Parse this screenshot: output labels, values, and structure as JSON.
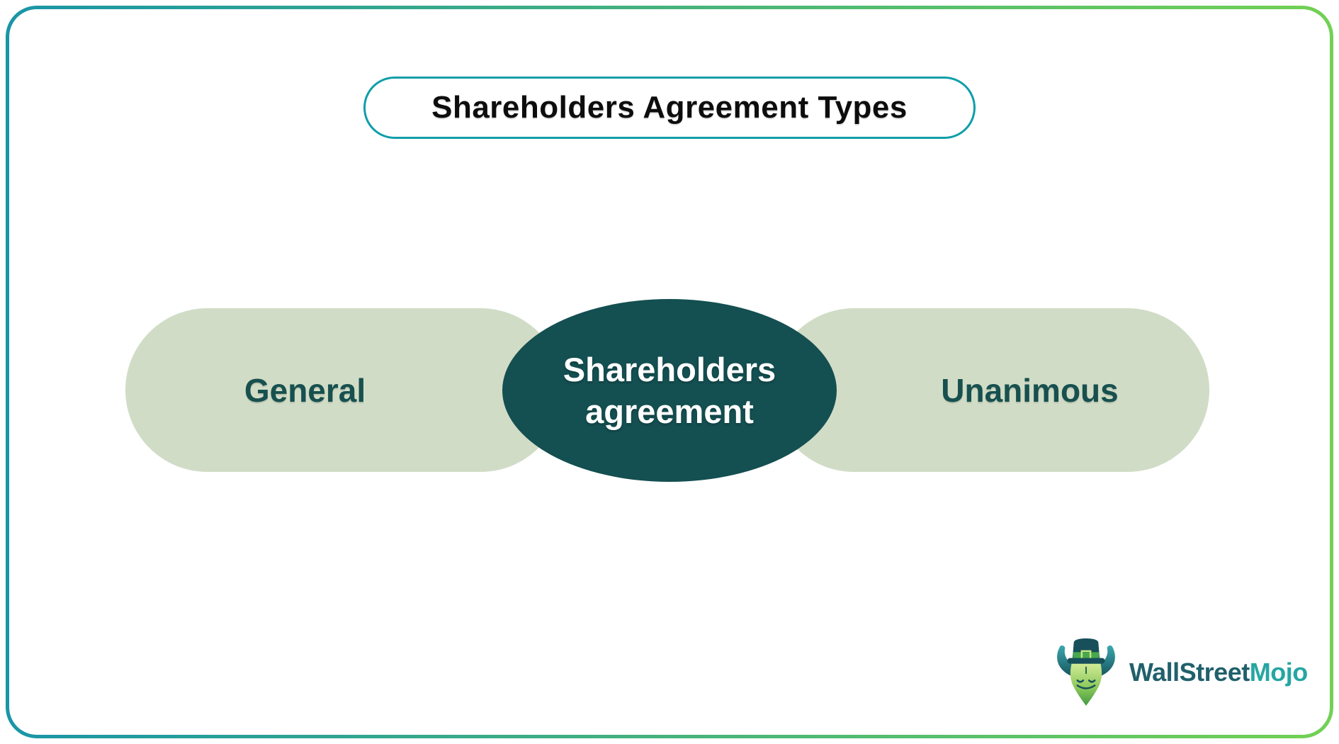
{
  "header": {
    "title": "Shareholders Agreement Types"
  },
  "diagram": {
    "center_node": {
      "label_line1": "Shareholders",
      "label_line2": "agreement"
    },
    "left_node": {
      "label": "General"
    },
    "right_node": {
      "label": "Unanimous"
    }
  },
  "logo": {
    "brand_primary": "WallStreet",
    "brand_accent": "Mojo",
    "mascot_icon": "leprechaun-bull-mascot"
  },
  "colors": {
    "frame_gradient_start": "#1a95a6",
    "frame_gradient_end": "#72d154",
    "title_border": "#0f9ea8",
    "title_text": "#0d0d0d",
    "pill_bg": "#d1dcc6",
    "pill_text": "#17504f",
    "ellipse_bg": "#144f51",
    "ellipse_text": "#ffffff",
    "logo_primary": "#20606b",
    "logo_accent": "#26a6a2"
  }
}
